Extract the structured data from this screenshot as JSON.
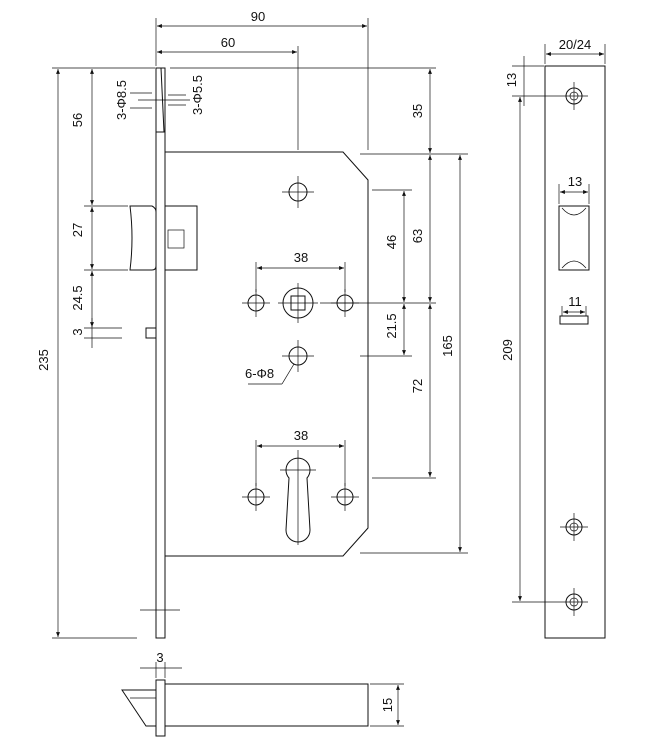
{
  "drawing": {
    "dims": {
      "width_total": "90",
      "backset": "60",
      "screw_dia_large": "3-Φ8.5",
      "screw_dia_small": "3-Φ5.5",
      "h_top": "56",
      "h_latch": "27",
      "h_latch_to_deadbolt": "24.5",
      "h_small": "3",
      "h_total": "235",
      "top_offset": "35",
      "hub_upper": "46",
      "spindle_to_top": "63",
      "hub_lower": "21.5",
      "centre_distance": "72",
      "case_height": "165",
      "hole_spacing_upper": "38",
      "holes_label": "6-Φ8",
      "hole_spacing_lower": "38",
      "faceplate_width": "20/24",
      "faceplate_top_offset": "13",
      "latch_slot_width": "13",
      "deadbolt_slot_width": "11",
      "faceplate_hole_spacing": "209",
      "bottom_thickness": "3",
      "bottom_height": "15"
    }
  }
}
